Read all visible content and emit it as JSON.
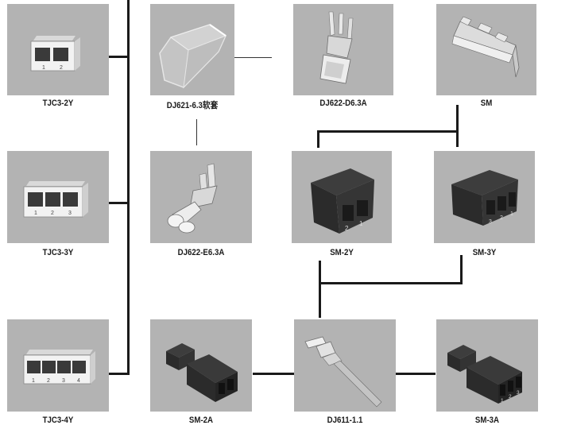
{
  "items": [
    {
      "id": "tjc3-2y",
      "label": "TJC3-2Y",
      "pins": [
        "1",
        "2"
      ]
    },
    {
      "id": "dj621",
      "label": "DJ621-6.3软套"
    },
    {
      "id": "dj622-d63a",
      "label": "DJ622-D6.3A"
    },
    {
      "id": "sm",
      "label": "SM"
    },
    {
      "id": "tjc3-3y",
      "label": "TJC3-3Y",
      "pins": [
        "1",
        "2",
        "3"
      ]
    },
    {
      "id": "dj622-e63a",
      "label": "DJ622-E6.3A"
    },
    {
      "id": "sm-2y",
      "label": "SM-2Y",
      "pins": [
        "2",
        "1"
      ]
    },
    {
      "id": "sm-3y",
      "label": "SM-3Y",
      "pins": [
        "3",
        "2",
        "1"
      ]
    },
    {
      "id": "tjc3-4y",
      "label": "TJC3-4Y",
      "pins": [
        "1",
        "2",
        "3",
        "4"
      ]
    },
    {
      "id": "sm-2a",
      "label": "SM-2A"
    },
    {
      "id": "dj611",
      "label": "DJ611-1.1"
    },
    {
      "id": "sm-3a",
      "label": "SM-3A",
      "pins": [
        "1",
        "2",
        "3"
      ]
    }
  ],
  "colors": {
    "tile": "#b3b3b3",
    "line": "#1a1a1a",
    "housing_dark": "#2b2b2b",
    "housing_white": "#f2f2f2"
  }
}
